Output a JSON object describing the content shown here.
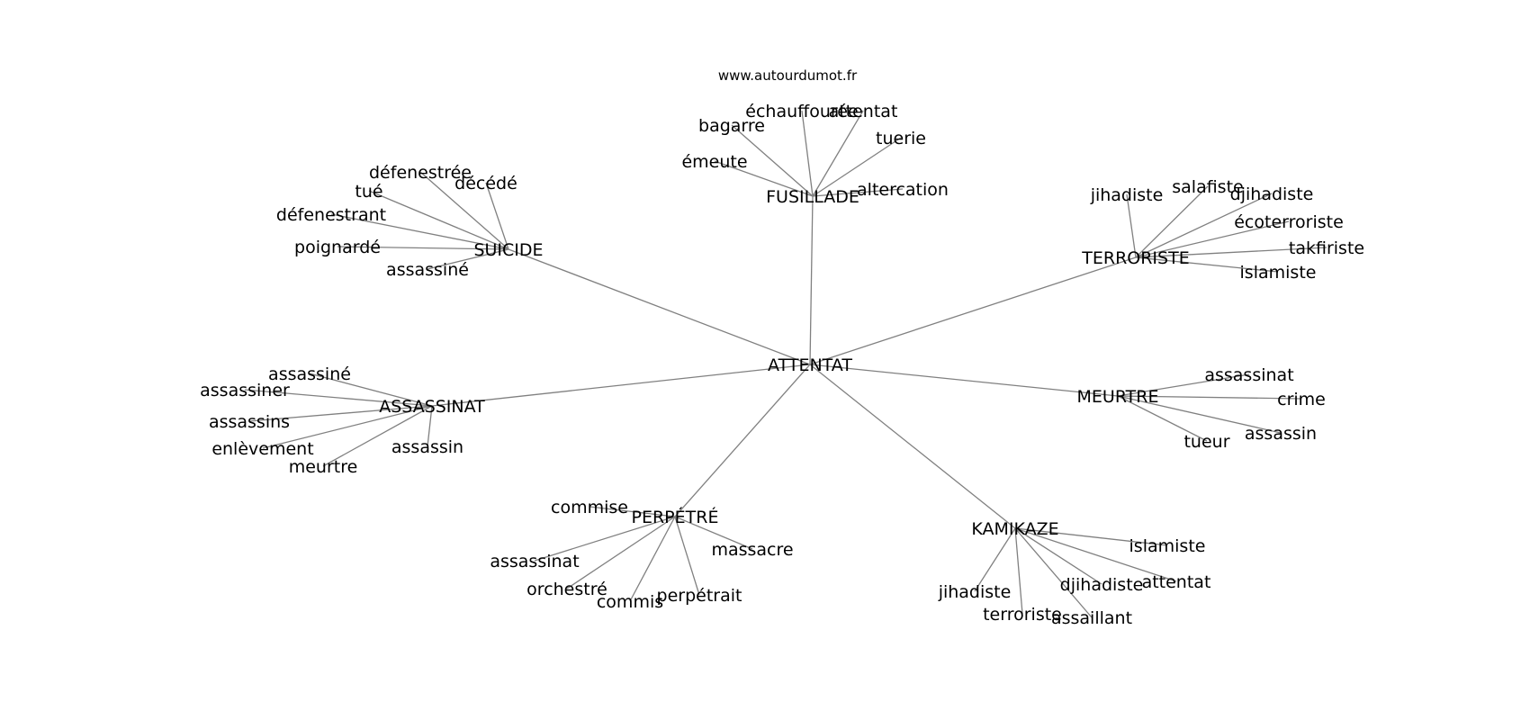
{
  "source": "www.autourdumot.fr",
  "center": "ATTENTAT",
  "clusters": [
    {
      "label": "FUSILLADE",
      "words": [
        "échauffourée",
        "attentat",
        "bagarre",
        "tuerie",
        "émeute",
        "altercation"
      ]
    },
    {
      "label": "SUICIDE",
      "words": [
        "défenestrée",
        "décédé",
        "tué",
        "défenestrant",
        "poignardé",
        "assassiné"
      ]
    },
    {
      "label": "TERRORISTE",
      "words": [
        "jihadiste",
        "salafiste",
        "djihadiste",
        "écoterroriste",
        "takfiriste",
        "islamiste"
      ]
    },
    {
      "label": "ASSASSINAT",
      "words": [
        "assassiné",
        "assassiner",
        "assassins",
        "enlèvement",
        "meurtre",
        "assassin"
      ]
    },
    {
      "label": "MEURTRE",
      "words": [
        "assassinat",
        "crime",
        "assassin",
        "tueur"
      ]
    },
    {
      "label": "PERPÉTRÉ",
      "words": [
        "commise",
        "assassinat",
        "massacre",
        "orchestré",
        "commis",
        "perpétrait"
      ]
    },
    {
      "label": "KAMIKAZE",
      "words": [
        "islamiste",
        "attentat",
        "djihadiste",
        "jihadiste",
        "terroriste",
        "assaillant"
      ]
    }
  ],
  "colors": {
    "edge": "#808080",
    "text": "#000000",
    "background": "#ffffff"
  }
}
